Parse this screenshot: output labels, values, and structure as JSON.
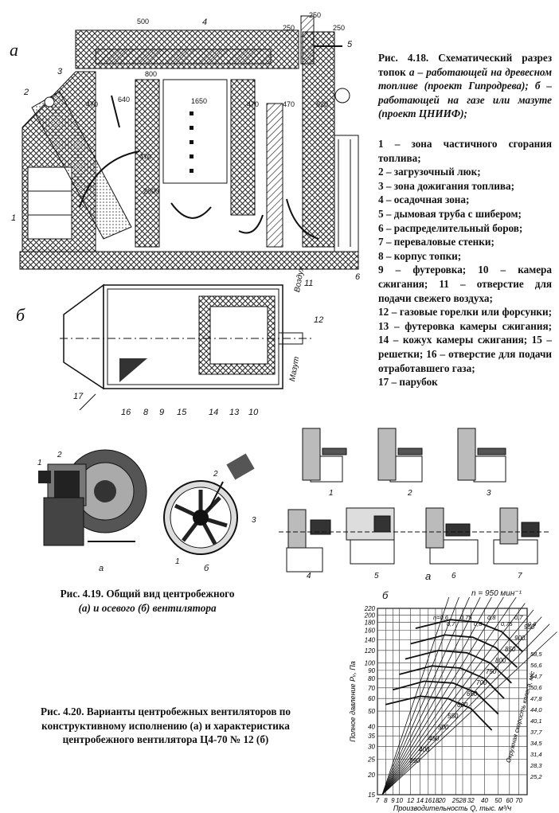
{
  "fig418": {
    "label_a": "а",
    "label_b": "б",
    "dims": [
      "500",
      "250",
      "250",
      "250",
      "800",
      "640",
      "470",
      "470",
      "470",
      "620",
      "470",
      "2600",
      "1650"
    ],
    "parts_a": [
      "1",
      "2",
      "3",
      "4",
      "5",
      "6"
    ],
    "parts_b": [
      "16",
      "8",
      "9",
      "15",
      "14",
      "13",
      "10",
      "17",
      "11",
      "12"
    ],
    "air": "Воздух",
    "oil": "Мазут",
    "caption_title": "Рис. 4.18. Схематический разрез топок",
    "caption_a": "а – работающей на древесном топливе (проект Гипродрева);",
    "caption_b": "б – работающей на газе или мазуте (проект ЦНИИФ);",
    "legend": [
      "1 – зона частичного сгорания топлива;",
      "2 – загрузочный люк;",
      "3 – зона дожигания топлива;",
      "4 – осадочная зона;",
      "5 – дымовая труба с шибером;",
      "6 – распределительный боров;",
      "7 – переваловые стенки;",
      "8 – корпус топки;",
      "9 – футеровка; 10 – камера сжигания; 11 – отверстие для подачи свежего воздуха;",
      "12 – газовые горелки или форсунки; 13 – футеровка камеры сжигания; 14 – кожух камеры сжигания; 15 – решетки; 16 – отверстие для подачи отработавшего газа;",
      "17 – парубок"
    ]
  },
  "fig419": {
    "label_a": "а",
    "label_b": "б",
    "parts": [
      "1",
      "2",
      "1",
      "2",
      "3"
    ],
    "caption_1": "Рис. 4.19. Общий вид центробежного",
    "caption_2": "(а) и осевого (б) вентилятора"
  },
  "fig420": {
    "variant_nums": [
      "1",
      "2",
      "3",
      "4",
      "5",
      "6",
      "7"
    ],
    "label_a": "а",
    "label_b": "б",
    "caption": "Рис. 4.20. Варианты центробежных вентиляторов по конструктивному исполнению (а) и характеристика центробежного вентилятора Ц4-70 № 12 (б)"
  },
  "chart_data": {
    "type": "line",
    "title": "n = 950 мин⁻¹",
    "xlabel": "Производительность Q, тыс. м³/ч",
    "ylabel": "Полное давление Pᵥ, Па",
    "y2label": "Окружная скорость колеса, м/с",
    "xscale": "log",
    "yscale": "log",
    "xlim": [
      7,
      80
    ],
    "ylim": [
      15,
      220
    ],
    "x_ticks": [
      "7",
      "8",
      "9",
      "10",
      "12",
      "14",
      "16",
      "18",
      "20",
      "25",
      "28",
      "32",
      "40",
      "50",
      "60",
      "70"
    ],
    "y_ticks": [
      "15",
      "20",
      "25",
      "30",
      "35",
      "40",
      "50",
      "60",
      "70",
      "80",
      "90",
      "100",
      "120",
      "140",
      "160",
      "180",
      "200",
      "220"
    ],
    "right_ticks": [
      "58,5",
      "56,6",
      "54,7",
      "50,6",
      "47,8",
      "44,0",
      "40,1",
      "37,7",
      "34,5",
      "31,4",
      "28,3",
      "25,2"
    ],
    "power_labels": [
      "350",
      "400",
      "450",
      "500",
      "550",
      "600",
      "650",
      "700",
      "750",
      "800",
      "850",
      "900",
      "950"
    ],
    "eta_labels": [
      "η=0,6",
      "0,7",
      "0,75",
      "0,8",
      "0,8",
      "0,75",
      "0,7",
      "0,6"
    ],
    "series": [
      {
        "values": [
          [
            8,
            55
          ],
          [
            14,
            62
          ],
          [
            22,
            60
          ],
          [
            32,
            52
          ],
          [
            45,
            38
          ]
        ]
      },
      {
        "values": [
          [
            9,
            68
          ],
          [
            15,
            77
          ],
          [
            24,
            75
          ],
          [
            35,
            65
          ],
          [
            50,
            48
          ]
        ]
      },
      {
        "values": [
          [
            10,
            85
          ],
          [
            17,
            96
          ],
          [
            27,
            93
          ],
          [
            40,
            80
          ],
          [
            55,
            60
          ]
        ]
      },
      {
        "values": [
          [
            11,
            106
          ],
          [
            19,
            120
          ],
          [
            30,
            116
          ],
          [
            44,
            100
          ],
          [
            62,
            75
          ]
        ]
      },
      {
        "values": [
          [
            12,
            132
          ],
          [
            21,
            150
          ],
          [
            33,
            145
          ],
          [
            48,
            125
          ],
          [
            68,
            94
          ]
        ]
      },
      {
        "values": [
          [
            13,
            165
          ],
          [
            23,
            187
          ],
          [
            36,
            180
          ],
          [
            53,
            157
          ],
          [
            74,
            118
          ]
        ]
      }
    ]
  }
}
